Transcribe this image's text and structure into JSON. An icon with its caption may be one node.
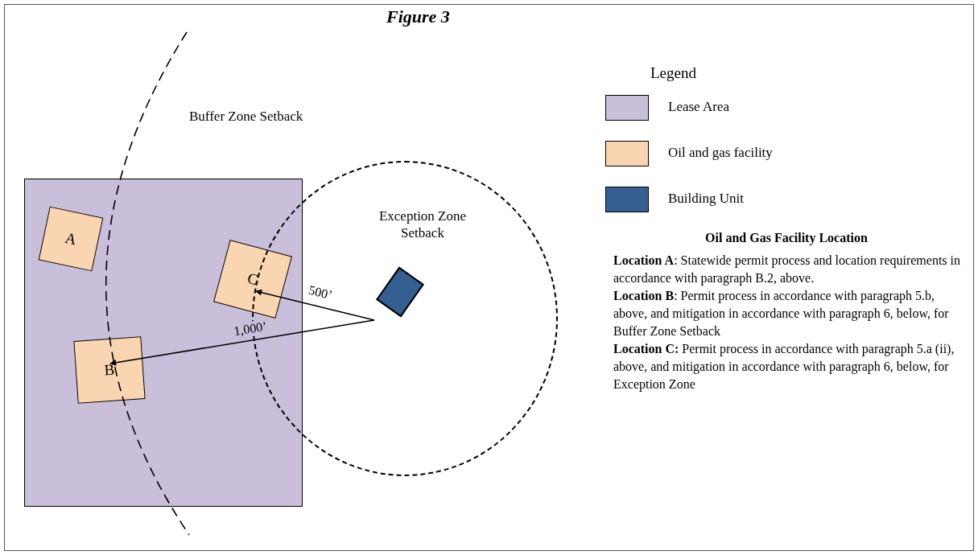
{
  "diagram": {
    "title": "Figure 3",
    "nodes": [
      {
        "text": [],
        "shape": "box"
      },
      {
        "text": [
          "A"
        ],
        "in": 0
      },
      {
        "text": [
          "C"
        ],
        "in": 0
      },
      {
        "text": [
          "B"
        ],
        "in": 0
      },
      {
        "text": [
          "Exception Zone Setback"
        ]
      },
      {
        "text": [],
        "shape": "box",
        "in": 4
      }
    ],
    "edges": [
      {
        "from": 5,
        "to": 2,
        "arrow": "to",
        "label": "500’"
      },
      {
        "from": 5,
        "to": 3,
        "arrow": "to",
        "label": "1,000’"
      }
    ],
    "labels": [
      "Legend",
      "Buffer Zone Setback",
      "Oil and Gas Facility Location",
      "**Location A**: Statewide permit process and location requirements in accordance with paragraph B.2, above.",
      "**Location B**: Permit process in accordance with paragraph 5.b, above, and mitigation in accordance with paragraph 6, below, for Buffer Zone Setback",
      "**Location C:** Permit process in accordance with paragraph 5.a (ii), above, and mitigation in accordance with paragraph 6, below, for Exception Zone"
    ],
    "legend": [
      {
        "text": "Lease Area",
        "color": "#c9bfdb"
      },
      {
        "text": "Oil and gas facility",
        "color": "#fad5b2"
      },
      {
        "text": "Building Unit",
        "color": "#365f91"
      }
    ]
  }
}
